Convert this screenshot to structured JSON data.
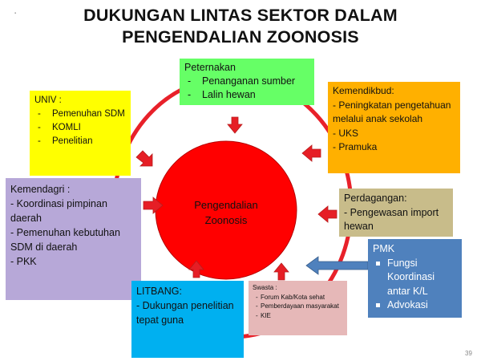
{
  "title": {
    "line1": "DUKUNGAN LINTAS SEKTOR DALAM",
    "line2": "PENGENDALIAN ZOONOSIS"
  },
  "center": {
    "line1": "Pengendalian",
    "line2": "Zoonosis"
  },
  "boxes": {
    "peternakan": {
      "head": "Peternakan",
      "items": [
        "Penanganan sumber",
        "Lalin hewan"
      ]
    },
    "univ": {
      "head": "UNIV :",
      "items": [
        "Pemenuhan SDM",
        "KOMLI",
        "Penelitian"
      ]
    },
    "kemendikbud": {
      "head": "Kemendikbud:",
      "items": [
        "- Peningkatan pengetahuan melalui anak sekolah",
        "- UKS",
        "- Pramuka"
      ]
    },
    "kemendagri": {
      "head": "Kemendagri :",
      "items": [
        "- Koordinasi pimpinan daerah",
        "- Pemenuhan kebutuhan SDM di daerah",
        "- PKK"
      ]
    },
    "perdagangan": {
      "head": "Perdagangan:",
      "items": [
        "- Pengewasan import hewan"
      ]
    },
    "pmk": {
      "head": "PMK",
      "items": [
        "Fungsi Koordinasi antar K/L",
        "Advokasi"
      ]
    },
    "litbang": {
      "head": "LITBANG:",
      "items": [
        "- Dukungan penelitian tepat guna"
      ]
    },
    "swasta": {
      "head": "Swasta :",
      "items": [
        "Forum Kab/Kota sehat",
        "Pemberdayaan masyarakat",
        "KIE"
      ]
    }
  },
  "colors": {
    "ring": "#e8212a",
    "center": "#ff0000",
    "peternakan": "#66ff66",
    "univ": "#ffff00",
    "kemendikbud": "#ffb000",
    "kemendagri": "#b7a8d8",
    "perdagangan": "#c8bc8a",
    "pmk": "#4f81bd",
    "litbang": "#00b0f0",
    "swasta": "#e6b8b8",
    "arrow": "#e61e25"
  },
  "page_number": "39"
}
